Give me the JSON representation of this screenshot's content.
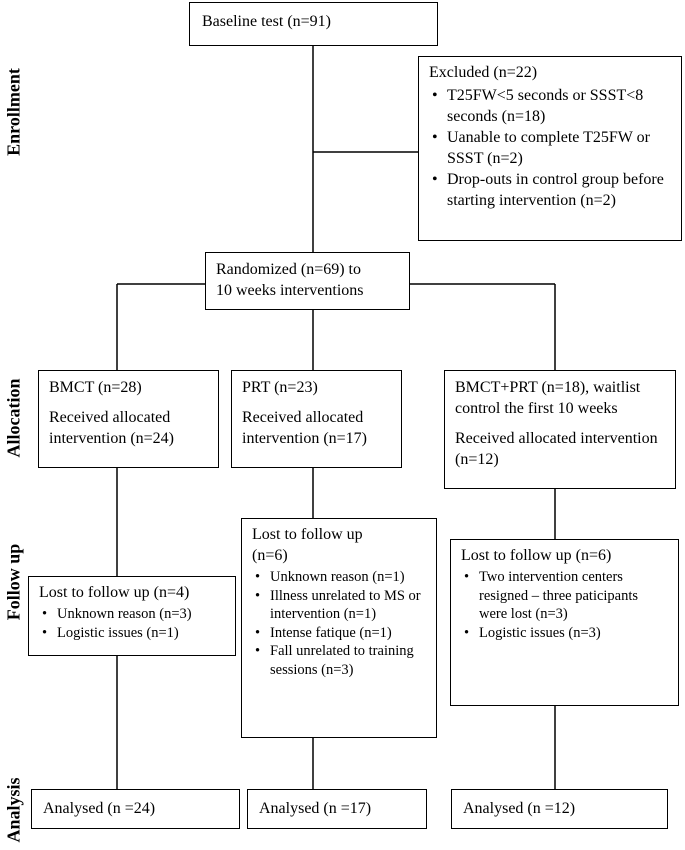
{
  "stages": {
    "enrollment": "Enrollment",
    "allocation": "Allocation",
    "follow_up": "Follow up",
    "analysis": "Analysis"
  },
  "baseline": "Baseline test (n=91)",
  "excluded": {
    "title": "Excluded (n=22)",
    "items": [
      "T25FW<5 seconds or SSST<8 seconds (n=18)",
      "Uanable to complete T25FW or SSST (n=2)",
      "Drop-outs in control group before starting intervention (n=2)"
    ]
  },
  "randomized": {
    "line1": "Randomized (n=69) to",
    "line2": "10 weeks interventions"
  },
  "arms": [
    {
      "title": "BMCT (n=28)",
      "received": "Received allocated intervention (n=24)",
      "lost_title": "Lost to follow up (n=4)",
      "lost_items": [
        "Unknown reason (n=3)",
        "Logistic issues (n=1)"
      ],
      "analysed": "Analysed (n =24)"
    },
    {
      "title": "PRT (n=23)",
      "received": "Received allocated intervention (n=17)",
      "lost_title": "Lost to follow up (n=6)",
      "lost_items": [
        "Unknown reason (n=1)",
        "Illness unrelated to MS or intervention (n=1)",
        "Intense fatique (n=1)",
        "Fall unrelated to training sessions (n=3)"
      ],
      "analysed": "Analysed (n =17)"
    },
    {
      "title": "BMCT+PRT (n=18), waitlist control the first 10 weeks",
      "received": "Received allocated intervention (n=12)",
      "lost_title": "Lost to follow up (n=6)",
      "lost_items": [
        "Two intervention centers resigned – three paticipants were lost (n=3)",
        "Logistic issues (n=3)"
      ],
      "analysed": "Analysed (n =12)"
    }
  ]
}
